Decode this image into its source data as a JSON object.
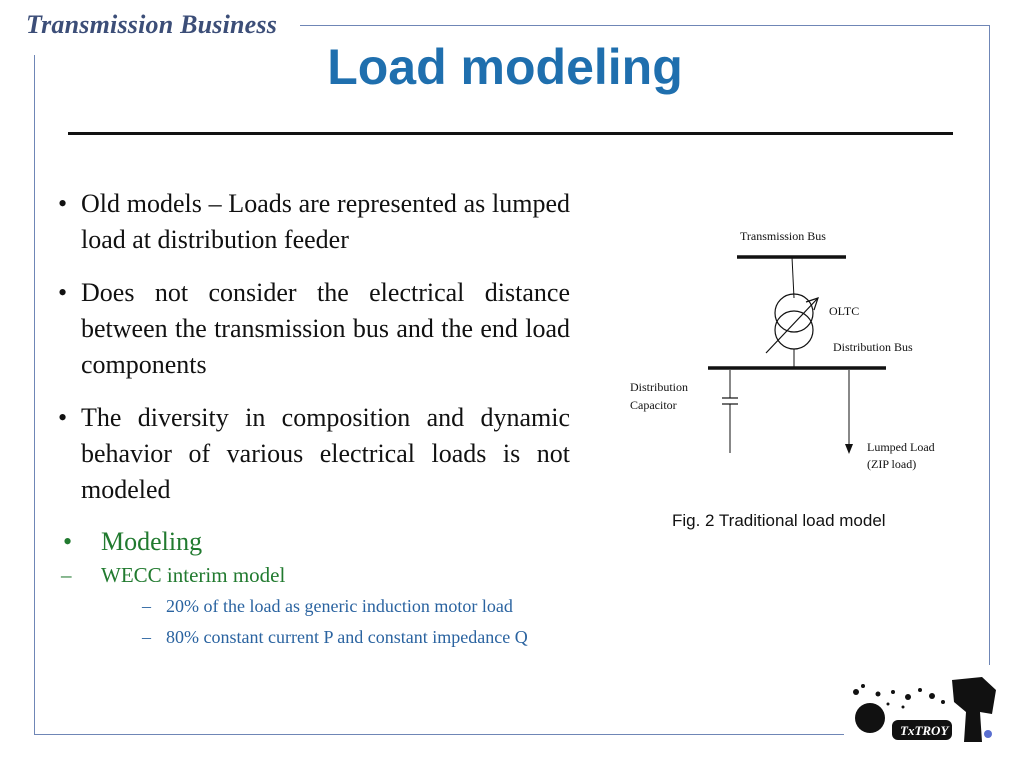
{
  "header": {
    "brand": "Transmission Business",
    "title": "Load modeling"
  },
  "bullets": [
    {
      "text": "Old models – Loads are represented as lumped load at distribution feeder"
    },
    {
      "text": "Does not consider the electrical distance between the transmission bus and the end load components"
    },
    {
      "text": "The diversity in composition and dynamic behavior of various electrical loads is not modeled"
    }
  ],
  "modeling": {
    "label": "Modeling",
    "sub": "WECC interim model",
    "subsub": [
      "20% of the load as generic induction motor load",
      "80% constant current P and constant impedance Q"
    ]
  },
  "figure": {
    "transmission_bus": "Transmission Bus",
    "oltc": "OLTC",
    "distribution_bus": "Distribution Bus",
    "capacitor_line1": "Distribution",
    "capacitor_line2": "Capacitor",
    "load_line1": "Lumped Load",
    "load_line2": "(ZIP load)",
    "caption": "Fig. 2 Traditional load model"
  },
  "logo": {
    "text": "TxTROY"
  },
  "colors": {
    "title": "#1f6fae",
    "frame": "#6f86b6",
    "green": "#217a2f",
    "blue": "#2a63a0"
  }
}
